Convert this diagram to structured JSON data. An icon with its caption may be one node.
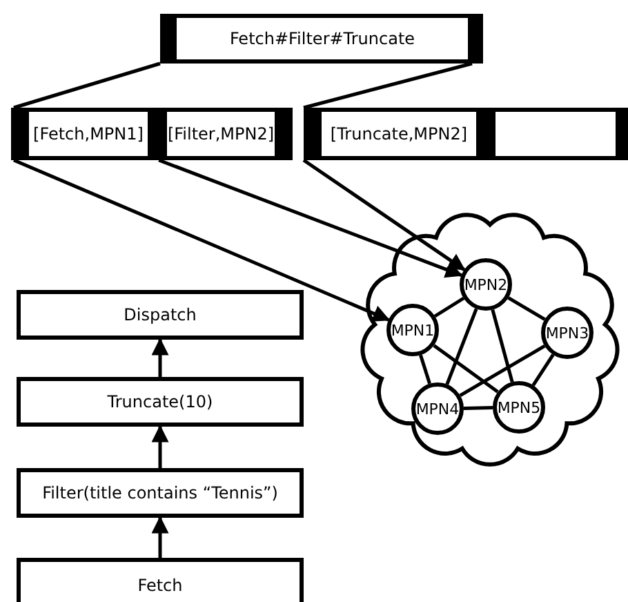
{
  "diagram": {
    "nodes": [
      {
        "text": [
          "Fetch#Filter#Truncate"
        ]
      },
      {
        "text": [
          "[Fetch,MPN1]"
        ]
      },
      {
        "text": [
          "[Filter,MPN2]"
        ]
      },
      {
        "text": [
          "[Truncate,MPN2]"
        ]
      },
      {
        "text": [],
        "shape": "box"
      },
      {
        "text": [],
        "shape": "cloud"
      },
      {
        "text": [
          "MPN1"
        ],
        "in": 5
      },
      {
        "text": [
          "MPN2"
        ],
        "in": 5
      },
      {
        "text": [
          "MPN3"
        ],
        "in": 5
      },
      {
        "text": [
          "MPN4"
        ],
        "in": 5
      },
      {
        "text": [
          "MPN5"
        ],
        "in": 5
      },
      {
        "text": [
          "Dispatch"
        ]
      },
      {
        "text": [
          "Truncate(10)"
        ]
      },
      {
        "text": [
          "Filter(title contains “Tennis”)"
        ]
      },
      {
        "text": [
          "Fetch"
        ]
      }
    ],
    "edges": [
      {
        "from": 0,
        "to": 1,
        "arrow": "none"
      },
      {
        "from": 1,
        "to": 6,
        "arrow": "to"
      },
      {
        "from": 2,
        "to": 7,
        "arrow": "to"
      },
      {
        "from": 3,
        "to": 7,
        "arrow": "to"
      },
      {
        "from": 0,
        "to": 3,
        "arrow": "none"
      },
      {
        "from": 6,
        "to": 7,
        "arrow": "none"
      },
      {
        "from": 7,
        "to": 8,
        "arrow": "none"
      },
      {
        "from": 6,
        "to": 9,
        "arrow": "none"
      },
      {
        "from": 6,
        "to": 10,
        "arrow": "none"
      },
      {
        "from": 7,
        "to": 9,
        "arrow": "none"
      },
      {
        "from": 7,
        "to": 10,
        "arrow": "none"
      },
      {
        "from": 8,
        "to": 9,
        "arrow": "none"
      },
      {
        "from": 8,
        "to": 10,
        "arrow": "none"
      },
      {
        "from": 9,
        "to": 10,
        "arrow": "none"
      },
      {
        "from": 14,
        "to": 13,
        "arrow": "to"
      },
      {
        "from": 13,
        "to": 12,
        "arrow": "to"
      },
      {
        "from": 12,
        "to": 11,
        "arrow": "to"
      }
    ]
  }
}
